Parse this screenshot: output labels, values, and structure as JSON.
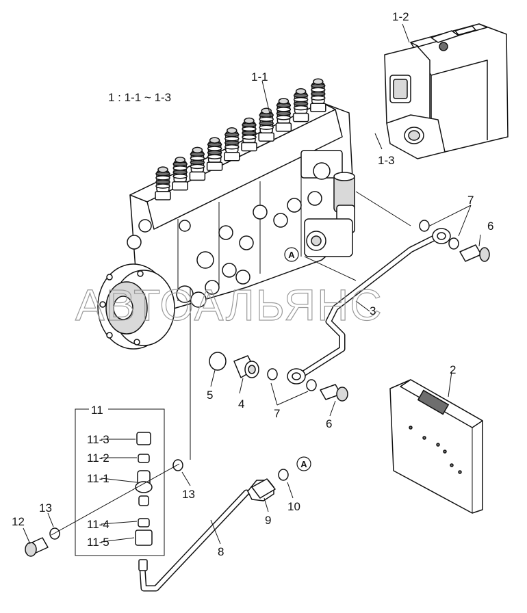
{
  "diagram": {
    "ratio_note": "1 : 1-1 ~ 1-3",
    "watermark": "АВТОАЛЬЯНС",
    "ref_marker": "A",
    "labels": {
      "l1_1": "1-1",
      "l1_2": "1-2",
      "l1_3": "1-3",
      "l2": "2",
      "l3": "3",
      "l4": "4",
      "l5": "5",
      "l6a": "6",
      "l6b": "6",
      "l7a": "7",
      "l7b": "7",
      "l8": "8",
      "l9": "9",
      "l10": "10",
      "l11": "11",
      "l11_1": "11-1",
      "l11_2": "11-2",
      "l11_3": "11-3",
      "l11_4": "11-4",
      "l11_5": "11-5",
      "l12": "12",
      "l13a": "13",
      "l13b": "13"
    }
  }
}
